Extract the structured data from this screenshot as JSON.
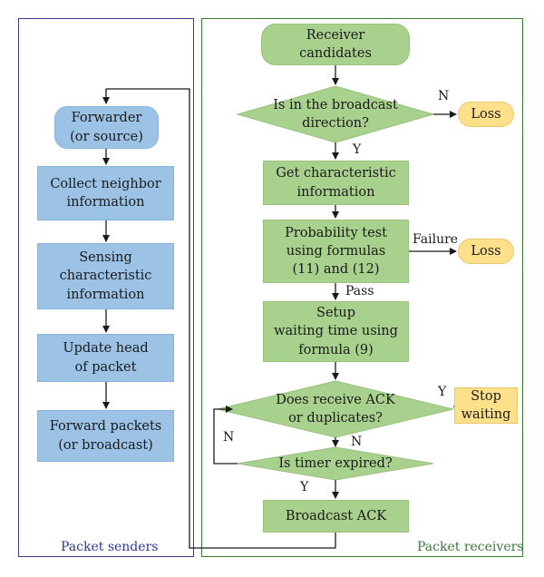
{
  "senders": {
    "title": "Packet senders",
    "forwarder": "Forwarder\n(or source)",
    "collect": "Collect neighbor\ninformation",
    "sensing": "Sensing\ncharacteristic\ninformation",
    "update": "Update head\nof packet",
    "forward": "Forward packets\n(or broadcast)"
  },
  "receivers": {
    "title": "Packet receivers",
    "candidates": "Receiver\ncandidates",
    "broadcast_dir": "Is in the broadcast\ndirection?",
    "loss1": "Loss",
    "get_char": "Get characteristic\ninformation",
    "prob_test": "Probability test\nusing formulas\n(11) and (12)",
    "loss2": "Loss",
    "setup": "Setup\nwaiting time using\nformula (9)",
    "receive_ack": "Does receive ACK\nor duplicates?",
    "stop": "Stop\nwaiting",
    "timer": "Is timer expired?",
    "broadcast_ack": "Broadcast ACK"
  },
  "edges": {
    "n1": "N",
    "y1": "Y",
    "failure": "Failure",
    "pass": "Pass",
    "y2": "Y",
    "n_left": "N",
    "n2": "N",
    "y3": "Y"
  },
  "colors": {
    "blue_fill": "#9cc3e6",
    "green_fill": "#a9d18e",
    "yellow_fill": "#ffe08a",
    "sender_border": "#3b3b8f",
    "receiver_border": "#3c7a3c"
  }
}
